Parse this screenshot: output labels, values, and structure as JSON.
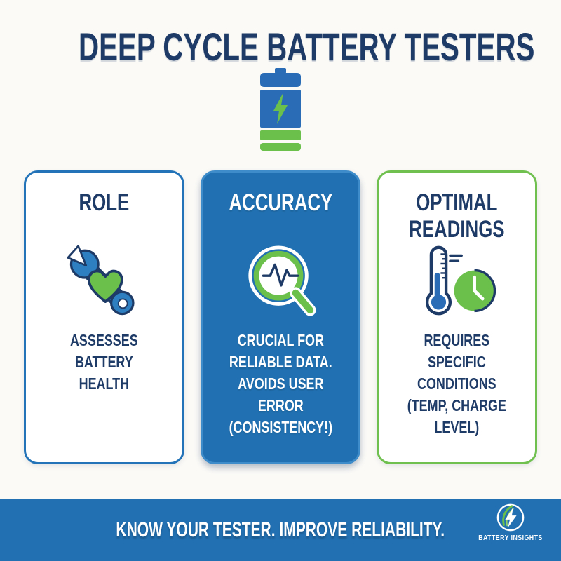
{
  "page": {
    "title": "DEEP CYCLE BATTERY TESTERS"
  },
  "hero": {
    "icon": "battery-charging-icon"
  },
  "cards": [
    {
      "title": "ROLE",
      "icon": "wrench-heart-icon",
      "body": "ASSESSES\nBATTERY\nHEALTH",
      "style": "white card, blue outline"
    },
    {
      "title": "ACCURACY",
      "icon": "magnifier-pulse-icon",
      "body": "CRUCIAL FOR\nRELIABLE DATA.\nAVOIDS USER ERROR\n(CONSISTENCY!)",
      "style": "blue filled card"
    },
    {
      "title": "OPTIMAL\nREADINGS",
      "icon": "thermometer-clock-icon",
      "body": "REQUIRES\nSPECIFIC\nCONDITIONS\n(TEMP, CHARGE LEVEL)",
      "style": "white card, green outline"
    }
  ],
  "footer": {
    "tagline": "KNOW YOUR TESTER. IMPROVE RELIABILITY.",
    "brand": "BATTERY INSIGHTS",
    "logo_icon": "bolt-leaf-circle-icon"
  },
  "colors": {
    "navy_text": "#1e3a66",
    "blue": "#2273b8",
    "blue_card_fill": "#2171b2",
    "blue_card_border": "#3e8cc9",
    "green": "#6bc04b",
    "green_border": "#6fc04f",
    "footer_bg": "#2270b2",
    "background": "#fbfaf7",
    "battery_blue": "#2a6db6"
  }
}
